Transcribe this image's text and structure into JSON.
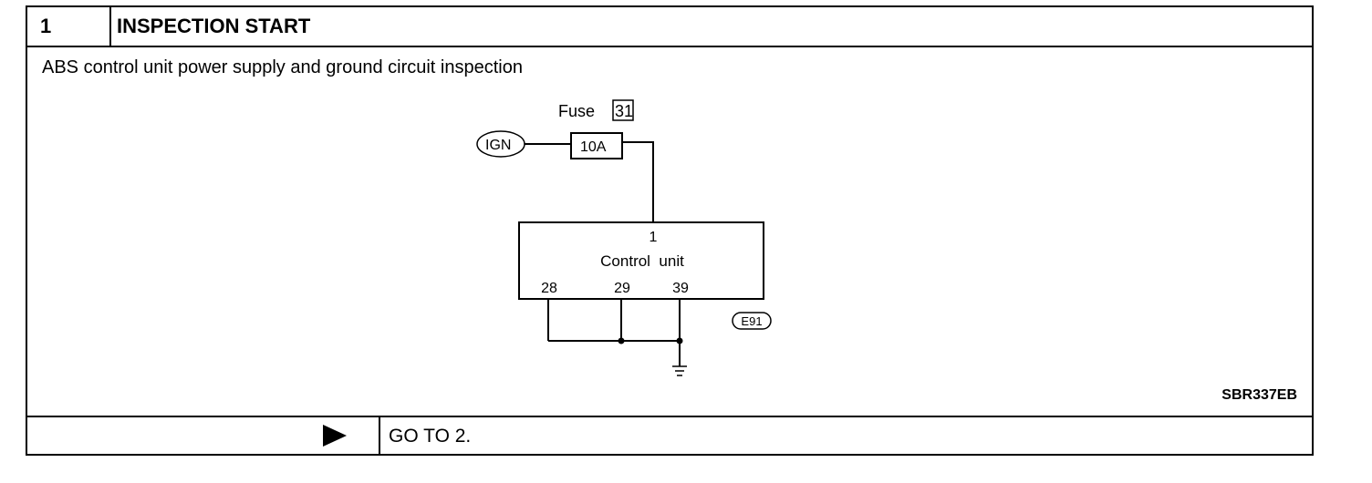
{
  "step": {
    "number": "1",
    "title": "INSPECTION START"
  },
  "description": "ABS control unit power supply and ground circuit inspection",
  "diagram": {
    "fuse_label": "Fuse",
    "fuse_number": "31",
    "ign_label": "IGN",
    "fuse_rating": "10A",
    "control_unit_label": "Control  unit",
    "pin_top": "1",
    "pins_bottom": [
      "28",
      "29",
      "39"
    ],
    "connector": "E91",
    "figure_code": "SBR337EB"
  },
  "footer": {
    "action": "GO TO 2."
  }
}
